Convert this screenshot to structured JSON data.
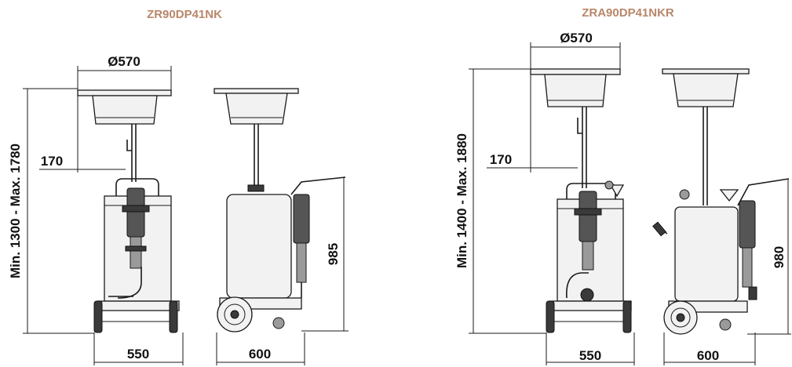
{
  "left": {
    "model": "ZR90DP41NK",
    "diameter": "Ø570",
    "offset": "170",
    "height_range": "Min. 1300 - Max. 1780",
    "height_985": "985",
    "width_550": "550",
    "depth_600": "600"
  },
  "right": {
    "model": "ZRA90DP41NKR",
    "diameter": "Ø570",
    "offset": "170",
    "height_range": "Min. 1400 - Max. 1880",
    "height_980": "980",
    "width_550": "550",
    "depth_600": "600"
  },
  "colors": {
    "model_label": "#b8876a",
    "line": "#1a1a1a"
  }
}
